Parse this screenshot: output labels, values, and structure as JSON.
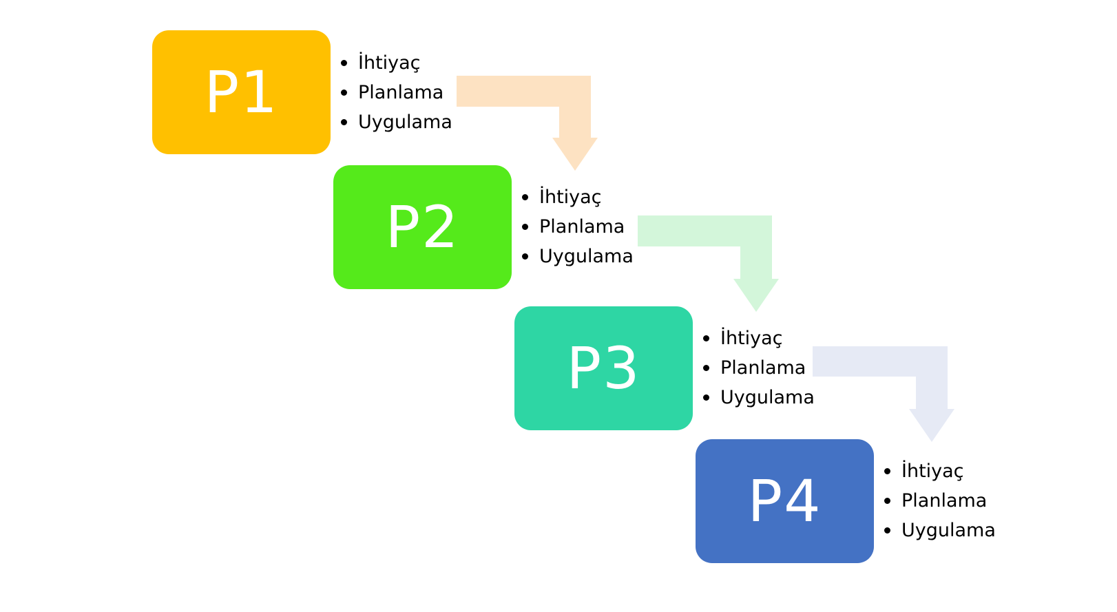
{
  "stages": [
    {
      "label": "P1",
      "color": "#FFC000",
      "arrow_color": "#FDE2C2",
      "items": [
        "İhtiyaç",
        "Planlama",
        "Uygulama"
      ]
    },
    {
      "label": "P2",
      "color": "#55EA1B",
      "arrow_color": "#D3F6DA",
      "items": [
        "İhtiyaç",
        "Planlama",
        "Uygulama"
      ]
    },
    {
      "label": "P3",
      "color": "#2ED6A4",
      "arrow_color": "#E6EAF5",
      "items": [
        "İhtiyaç",
        "Planlama",
        "Uygulama"
      ]
    },
    {
      "label": "P4",
      "color": "#4472C4",
      "items": [
        "İhtiyaç",
        "Planlama",
        "Uygulama"
      ]
    }
  ]
}
